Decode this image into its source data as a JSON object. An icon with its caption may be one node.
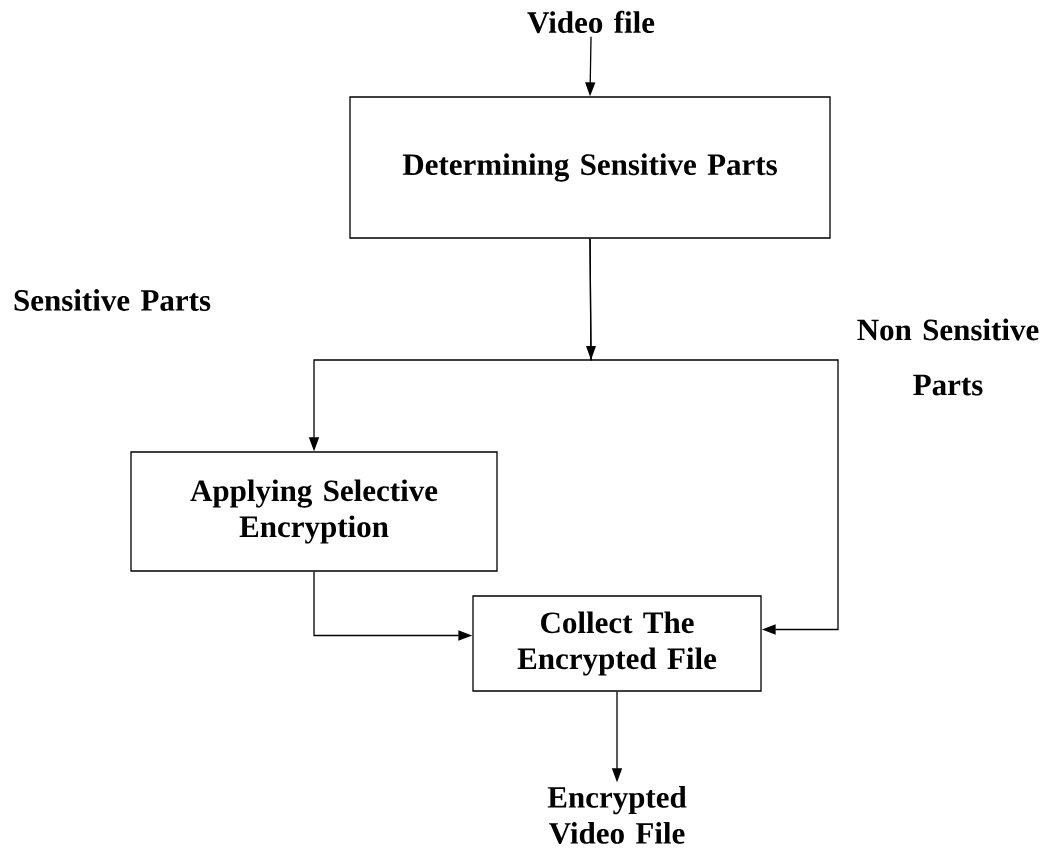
{
  "diagram": {
    "nodes": [
      {
        "text": [
          "Video file"
        ]
      },
      {
        "text": [
          "Determining Sensitive Parts"
        ]
      },
      {
        "text": [
          "Applying Selective Encryption"
        ]
      },
      {
        "text": [
          "Collect The Encrypted File"
        ]
      },
      {
        "text": [
          "Encrypted Video File"
        ]
      }
    ],
    "edges": [
      {
        "from": 0,
        "to": 1,
        "arrow": "to"
      },
      {
        "from": 1,
        "to": 2,
        "arrow": "to"
      },
      {
        "from": 1,
        "to": 3,
        "arrow": "to",
        "label": "Non Sensitive Parts"
      },
      {
        "from": 2,
        "to": 3,
        "arrow": "to"
      },
      {
        "from": 3,
        "to": 4,
        "arrow": "to"
      }
    ],
    "labels": [
      "Sensitive Parts"
    ]
  }
}
